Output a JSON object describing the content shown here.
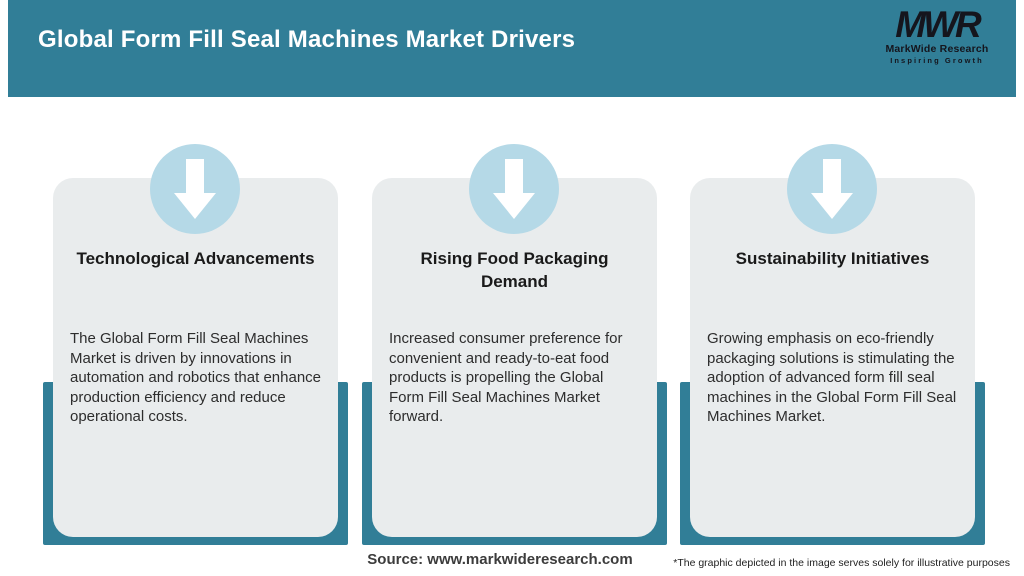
{
  "header": {
    "title": "Global Form Fill Seal Machines Market Drivers",
    "logo": {
      "acronym": "MWR",
      "name": "MarkWide Research",
      "tagline": "Inspiring Growth"
    }
  },
  "cards": [
    {
      "icon": "down-arrow-icon",
      "title": "Technological Advancements",
      "description": "The Global Form Fill Seal Machines Market is driven by innovations in automation and robotics that enhance production efficiency and reduce operational costs."
    },
    {
      "icon": "down-arrow-icon",
      "title": "Rising Food Packaging\nDemand",
      "description": "Increased consumer preference for convenient and ready-to-eat food products is propelling the Global Form Fill Seal Machines Market forward."
    },
    {
      "icon": "down-arrow-icon",
      "title": "Sustainability Initiatives",
      "description": "Growing emphasis on eco-friendly packaging solutions is stimulating the adoption of advanced form fill seal machines in the Global Form Fill Seal Machines Market."
    }
  ],
  "footer": {
    "source": "Source: www.markwideresearch.com",
    "disclaimer": "*The graphic depicted in the image serves solely for illustrative purposes"
  },
  "colors": {
    "teal": "#317e97",
    "circle_blue": "#b5d9e7",
    "card_gray": "#e9eced",
    "logo_dark": "#15151d"
  }
}
